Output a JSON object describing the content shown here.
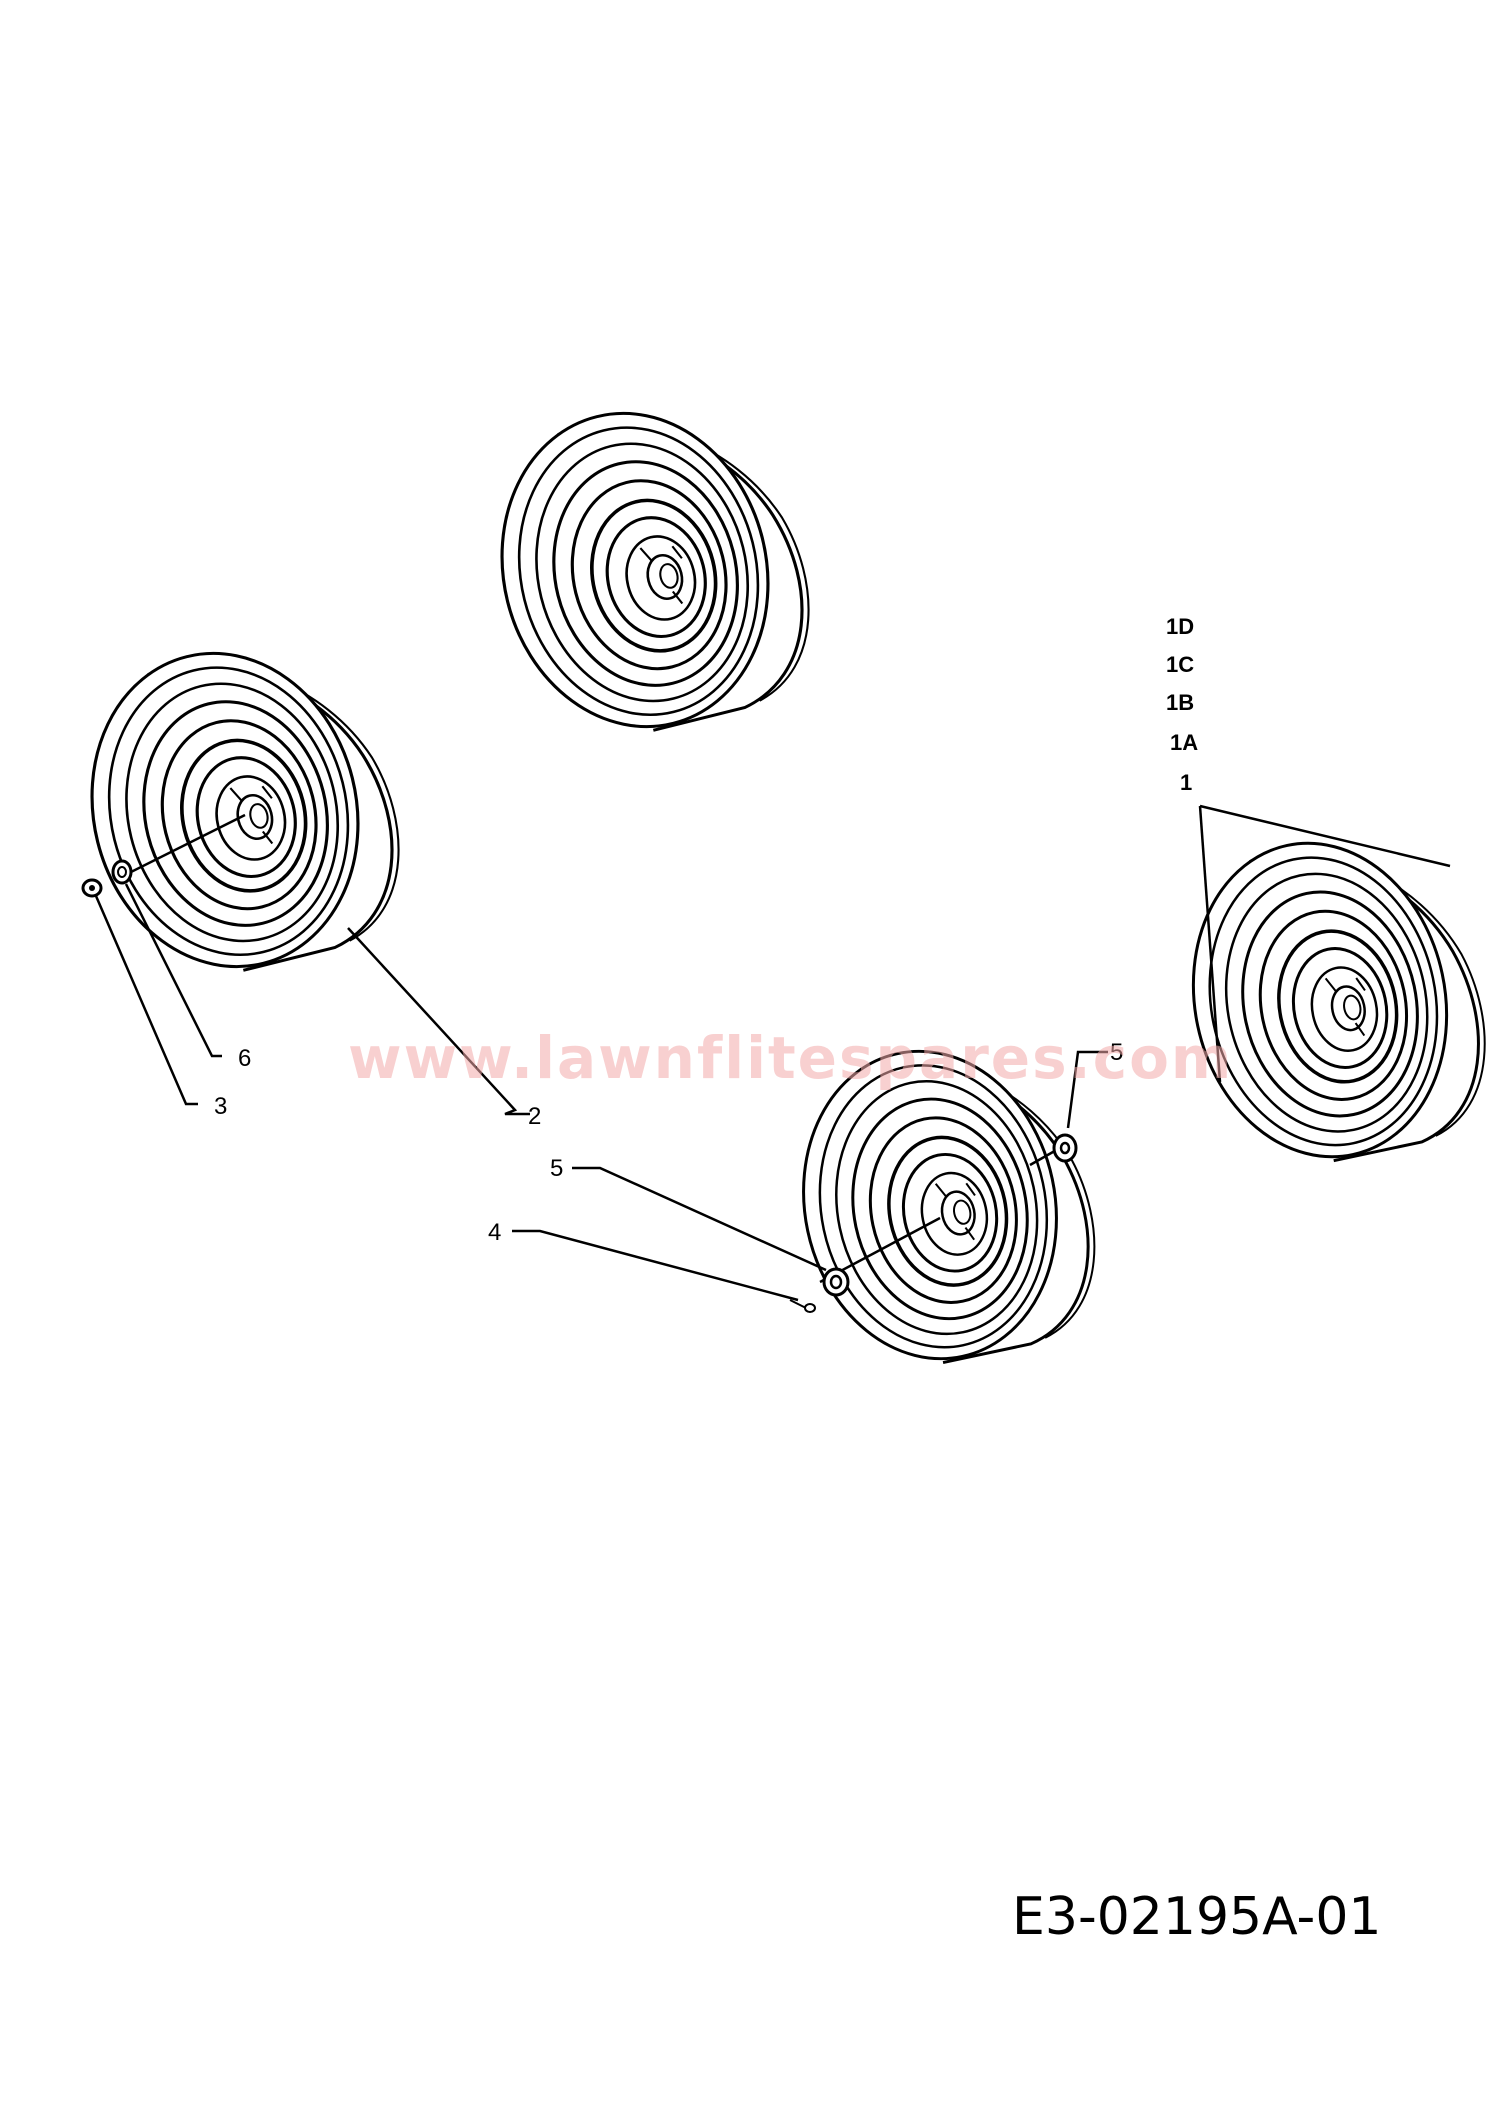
{
  "diagram": {
    "drawing_number": "E3-02195A-01",
    "watermark": "www.lawnflitespares.com",
    "callouts": {
      "c1": "1",
      "c1A": "1A",
      "c1B": "1B",
      "c1C": "1C",
      "c1D": "1D",
      "c2": "2",
      "c3": "3",
      "c4": "4",
      "c5_left": "5",
      "c5_right": "5",
      "c6": "6"
    },
    "parts": [
      "wheel-assembly-top",
      "wheel-assembly-left",
      "wheel-assembly-right",
      "wheel-assembly-bottom"
    ]
  }
}
